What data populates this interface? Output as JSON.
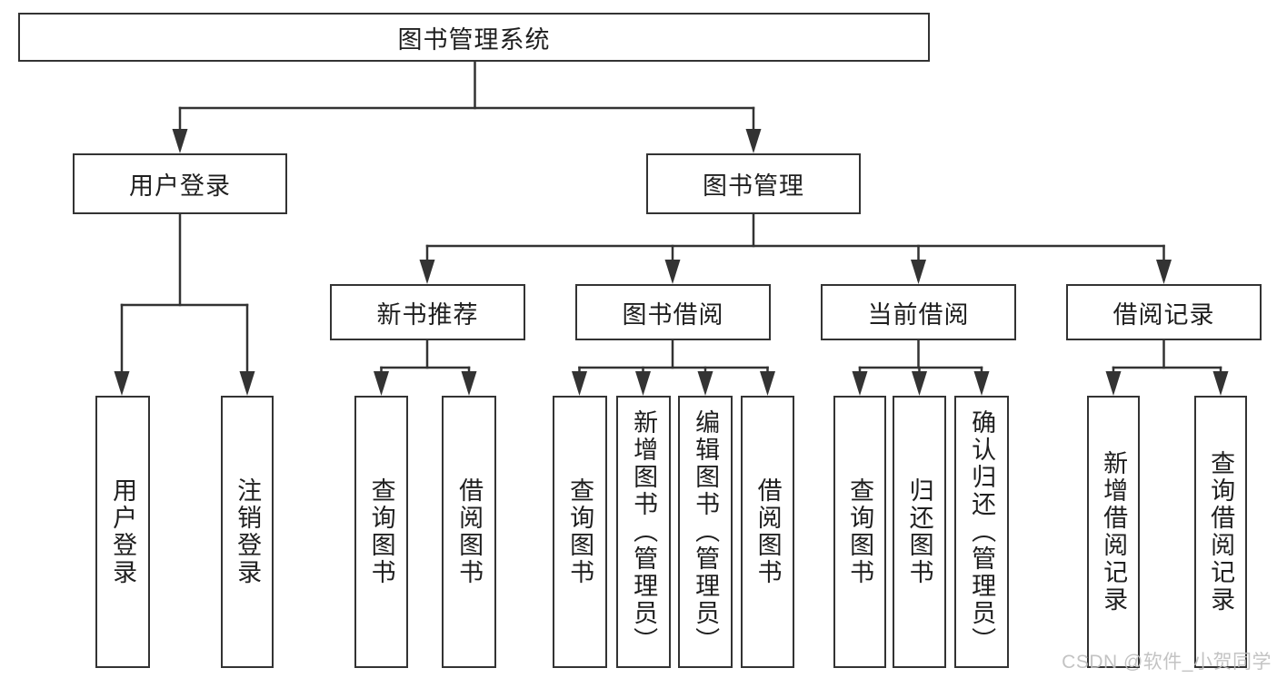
{
  "diagram_type": "hierarchy-tree",
  "hierarchy": {
    "label": "图书管理系统",
    "children": [
      {
        "label": "用户登录",
        "children": [
          {
            "label": "用户登录"
          },
          {
            "label": "注销登录"
          }
        ]
      },
      {
        "label": "图书管理",
        "children": [
          {
            "label": "新书推荐",
            "children": [
              {
                "label": "查询图书"
              },
              {
                "label": "借阅图书"
              }
            ]
          },
          {
            "label": "图书借阅",
            "children": [
              {
                "label": "查询图书"
              },
              {
                "label": "新增图书（管理员）"
              },
              {
                "label": "编辑图书（管理员）"
              },
              {
                "label": "借阅图书"
              }
            ]
          },
          {
            "label": "当前借阅",
            "children": [
              {
                "label": "查询图书"
              },
              {
                "label": "归还图书"
              },
              {
                "label": "确认归还（管理员）"
              }
            ]
          },
          {
            "label": "借阅记录",
            "children": [
              {
                "label": "新增借阅记录"
              },
              {
                "label": "查询借阅记录"
              }
            ]
          }
        ]
      }
    ]
  },
  "watermark": "CSDN @软件_小贺同学",
  "colors": {
    "line": "#333333",
    "box_border": "#333333",
    "box_fill": "#ffffff",
    "text": "#1f1f1f",
    "watermark": "#bdbdbd",
    "background": "#ffffff"
  }
}
